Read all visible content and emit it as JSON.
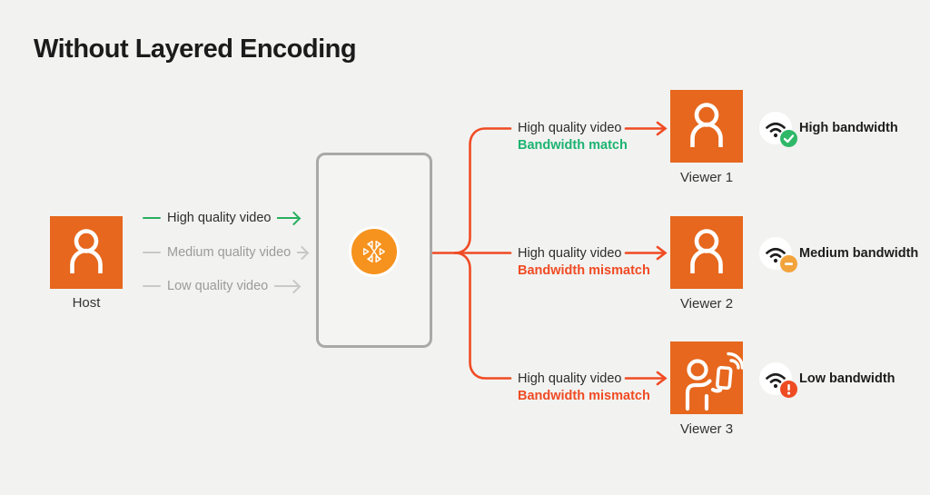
{
  "title": "Without Layered Encoding",
  "host": {
    "label": "Host",
    "icon": "person-icon"
  },
  "host_streams": [
    {
      "label": "High quality video",
      "state": "sent",
      "color": "#27AE5F"
    },
    {
      "label": "Medium quality video",
      "state": "not-sent",
      "color": "#C8C8C8"
    },
    {
      "label": "Low quality video",
      "state": "not-sent",
      "color": "#C8C8C8"
    }
  ],
  "server": {
    "icon": "ant-media-server-logo",
    "circle_color": "#F6921E",
    "box_border_color": "#A9A9A9"
  },
  "viewers": [
    {
      "name": "Viewer 1",
      "icon": "person-icon",
      "received_stream": "High quality video",
      "bandwidth_status": "Bandwidth match",
      "bandwidth_status_type": "match",
      "bandwidth_label": "High bandwidth",
      "badge_icon": "check-icon",
      "badge_color": "#2EB868"
    },
    {
      "name": "Viewer 2",
      "icon": "person-icon",
      "received_stream": "High quality video",
      "bandwidth_status": "Bandwidth mismatch",
      "bandwidth_status_type": "mismatch",
      "bandwidth_label": "Medium bandwidth",
      "badge_icon": "minus-icon",
      "badge_color": "#F2A33B"
    },
    {
      "name": "Viewer 3",
      "icon": "person-with-phone-icon",
      "received_stream": "High quality video",
      "bandwidth_status": "Bandwidth mismatch",
      "bandwidth_status_type": "mismatch",
      "bandwidth_label": "Low bandwidth",
      "badge_icon": "exclamation-icon",
      "badge_color": "#EE4B23"
    }
  ],
  "colors": {
    "background": "#F2F2F1",
    "title_text": "#1B1B1B",
    "node_orange": "#E6671D",
    "logo_orange": "#F6921E",
    "connector_red": "#F04B23",
    "match_green": "#1CB371",
    "arrow_green": "#27AE5F",
    "muted_gray": "#C8C8C8",
    "muted_text_gray": "#9B9B9B"
  }
}
